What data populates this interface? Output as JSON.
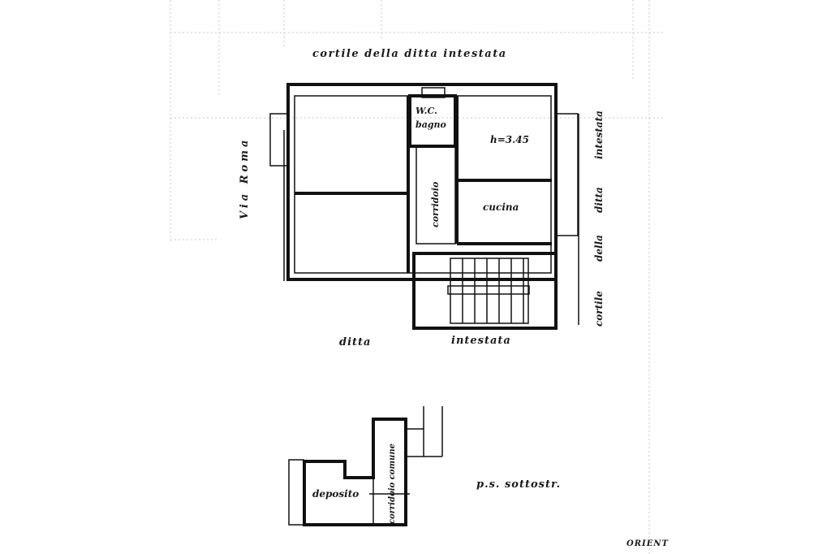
{
  "labels": {
    "courtyard_top": "cortile della ditta intestata",
    "street": "Via Roma",
    "wc": "W.C.",
    "bath": "bagno",
    "height": "h=3.45",
    "corridor": "corridoio",
    "kitchen": "cucina",
    "right_courtyard_a": "intestata",
    "right_courtyard_b": "ditta",
    "right_courtyard_c": "della",
    "right_courtyard_d": "cortile",
    "bottom_a": "ditta",
    "bottom_b": "intestata",
    "basement_level": "p.s. sottostr.",
    "storage": "deposito",
    "shared_corridor": "corridoio comune",
    "orientation": "ORIENT"
  }
}
